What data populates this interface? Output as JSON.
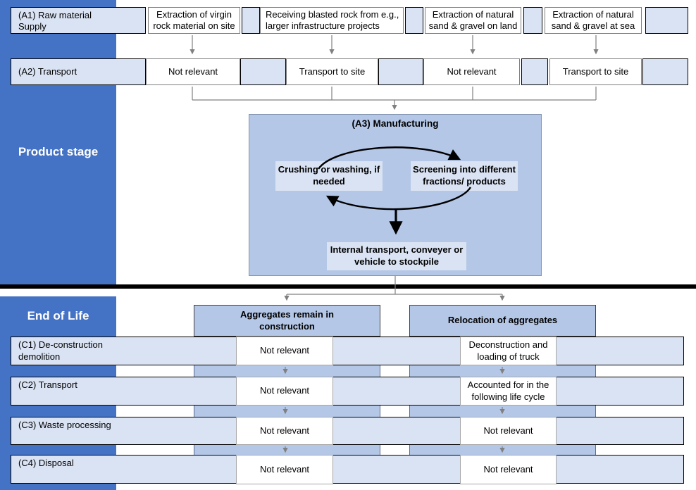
{
  "product_stage": {
    "sidebar_label": "Product stage",
    "a1": {
      "label": "(A1) Raw material Supply",
      "cells": [
        "Extraction of virgin rock material on site",
        "Receiving blasted rock from e.g., larger infrastructure projects",
        "Extraction of natural sand & gravel on land",
        "Extraction of natural sand & gravel at sea"
      ]
    },
    "a2": {
      "label": "(A2) Transport",
      "cells": [
        "Not relevant",
        "Transport to site",
        "Not relevant",
        "Transport to site"
      ]
    },
    "a3": {
      "title": "(A3) Manufacturing",
      "crushing": "Crushing or washing, if needed",
      "screening": "Screening into different fractions/ products",
      "internal_transport": "Internal transport, conveyer or vehicle to stockpile"
    }
  },
  "end_of_life": {
    "sidebar_label": "End of Life",
    "branch_headers": [
      "Aggregates remain in construction",
      "Relocation of aggregates"
    ],
    "rows": [
      {
        "label": "(C1) De-construction demolition",
        "cells": [
          "Not relevant",
          "Deconstruction and loading of truck"
        ]
      },
      {
        "label": "(C2) Transport",
        "cells": [
          "Not relevant",
          "Accounted for in the following life cycle"
        ]
      },
      {
        "label": "(C3) Waste processing",
        "cells": [
          "Not relevant",
          "Not relevant"
        ]
      },
      {
        "label": "(C4) Disposal",
        "cells": [
          "Not relevant",
          "Not relevant"
        ]
      }
    ]
  },
  "colors": {
    "sidebar_blue": "#4472C4",
    "light_blue": "#DAE3F3",
    "medium_blue": "#B4C7E7",
    "white": "#FFFFFF",
    "divider": "#000000",
    "line_gray": "#808080"
  }
}
